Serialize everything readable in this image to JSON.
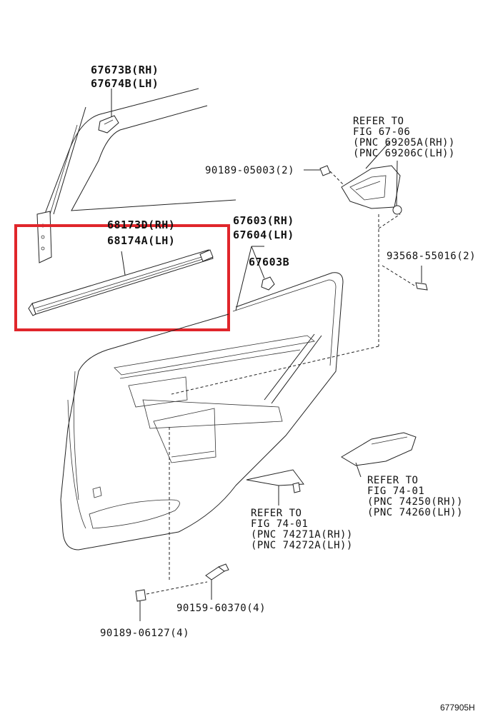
{
  "labels": {
    "p67673b": "67673B(RH)",
    "p67674b": "67674B(LH)",
    "refer_fig_67_06": "REFER TO",
    "fig_67_06": "FIG 67-06",
    "pnc_69205a": "(PNC 69205A(RH))",
    "pnc_69206c": "(PNC 69206C(LH))",
    "p90189_05003": "90189-05003(2)",
    "p68173d": "68173D(RH)",
    "p68174a": "68174A(LH)",
    "p67603": "67603(RH)",
    "p67604": "67604(LH)",
    "p67603b": "67603B",
    "p93568": "93568-55016(2)",
    "refer_fig_74_01_a": "REFER TO",
    "fig_74_01_a": "FIG 74-01",
    "pnc_74250": "(PNC 74250(RH))",
    "pnc_74260": "(PNC 74260(LH))",
    "refer_fig_74_01_b": "REFER TO",
    "fig_74_01_b": "FIG 74-01",
    "pnc_74271a": "(PNC 74271A(RH))",
    "pnc_74272a": "(PNC 74272A(LH))",
    "p90159": "90159-60370(4)",
    "p90189_06127": "90189-06127(4)",
    "figure_id": "677905H"
  },
  "colors": {
    "highlight": "#e0262b",
    "line": "#222222"
  }
}
